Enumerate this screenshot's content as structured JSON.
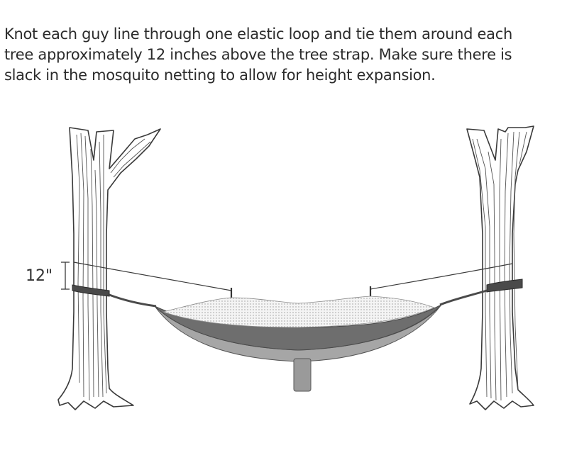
{
  "instructions": {
    "line1": "Knot each guy line through one elastic loop and tie them around each",
    "line2": "tree approximately 12 inches above the tree strap. Make sure there is",
    "line3": "slack in the mosquito netting to allow for height expansion."
  },
  "measurement": {
    "label": "12\""
  },
  "colors": {
    "outline": "#3a3a3a",
    "hammock_dark": "#6e6e6e",
    "hammock_light": "#a6a6a6",
    "netting": "#cfcfcf",
    "strap": "#4a4a4a"
  }
}
